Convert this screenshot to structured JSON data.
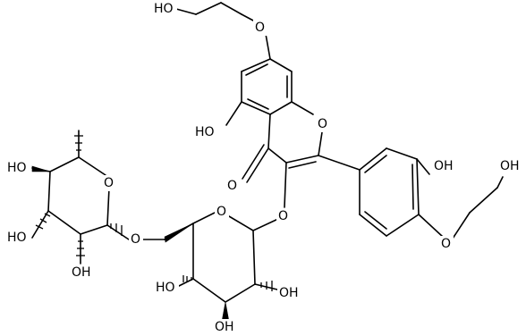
{
  "molecule": {
    "atom_labels": {
      "ho_top": "HO",
      "o_ether_top": "O",
      "ho_5": "HO",
      "o_ring": "O",
      "o_keto": "O",
      "o_glyco3": "O",
      "oh_3prime": "OH",
      "oh_chain_right": "OH",
      "o_ether_4prime": "O",
      "o_ring_glc": "O",
      "o_link_6": "O",
      "o_ring_rha": "O",
      "ho_rha_2": "HO",
      "ho_rha_3": "HO",
      "oh_rha_4": "OH",
      "ho_glc_4": "HO",
      "oh_glc_2": "OH",
      "oh_glc_3": "OH"
    }
  }
}
